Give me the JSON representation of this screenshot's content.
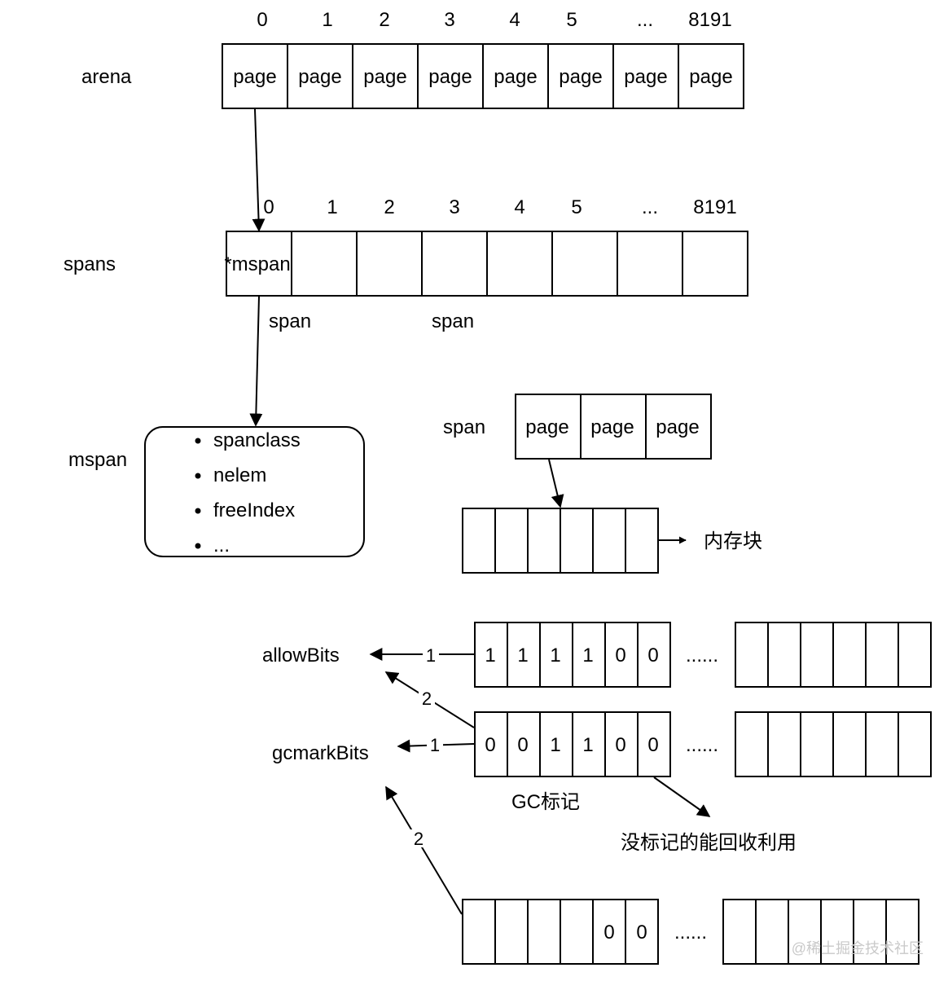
{
  "arena": {
    "label": "arena",
    "indices": [
      "0",
      "1",
      "2",
      "3",
      "4",
      "5",
      "...",
      "8191"
    ],
    "cells": [
      "page",
      "page",
      "page",
      "page",
      "page",
      "page",
      "page",
      "page"
    ]
  },
  "spans": {
    "label": "spans",
    "indices": [
      "0",
      "1",
      "2",
      "3",
      "4",
      "5",
      "...",
      "8191"
    ],
    "cells": [
      "*mspan",
      "",
      "",
      "",
      "",
      "",
      "",
      ""
    ],
    "span_labels": [
      "span",
      "span"
    ]
  },
  "mspan": {
    "label": "mspan",
    "fields": [
      "spanclass",
      "nelem",
      "freeIndex",
      "..."
    ]
  },
  "span_detail": {
    "label": "span",
    "pages": [
      "page",
      "page",
      "page"
    ],
    "memory_label": "内存块"
  },
  "bitmaps": {
    "allow_label": "allowBits",
    "gcmark_label": "gcmarkBits",
    "allow_bits": [
      "1",
      "1",
      "1",
      "1",
      "0",
      "0"
    ],
    "gcmark_bits": [
      "0",
      "0",
      "1",
      "1",
      "0",
      "0"
    ],
    "next_bits": [
      "",
      "",
      "",
      "",
      "0",
      "0"
    ],
    "ellipsis": "......",
    "step_1": "1",
    "step_2": "2",
    "gc_label": "GC标记",
    "reclaim_label": "没标记的能回收利用"
  },
  "watermark": "@稀土掘金技术社区"
}
